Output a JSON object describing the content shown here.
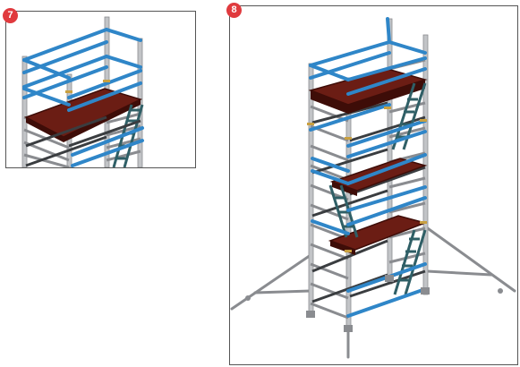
{
  "steps": [
    {
      "label": "7"
    },
    {
      "label": "8"
    }
  ],
  "colors": {
    "badge": "#e03a3e",
    "frame": "#c2c4c7",
    "frame_edge": "#8a8c90",
    "guardrail": "#2f86c8",
    "brace": "#3a3d40",
    "platform": "#6b1d14",
    "platform_edge": "#3e0d08",
    "ladder": "#2f5f66",
    "hook": "#c9a040"
  },
  "icons": [
    "step-badge",
    "scaffold-tower",
    "stabiliser-outrigger",
    "castor-wheel"
  ]
}
